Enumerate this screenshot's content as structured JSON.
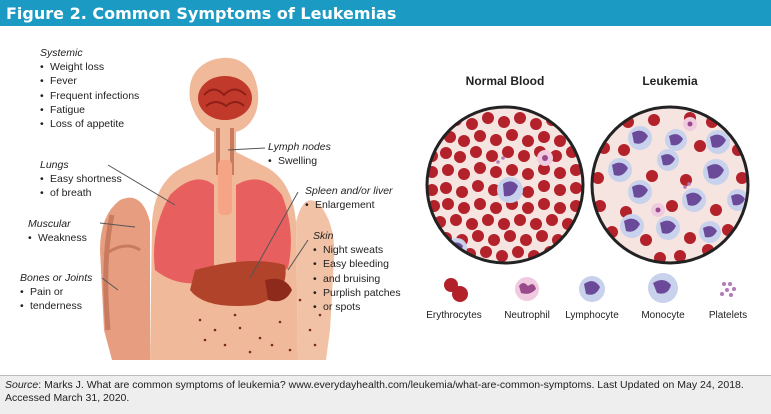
{
  "header": {
    "title": "Figure 2. Common Symptoms of Leukemias"
  },
  "symptoms": {
    "systemic": {
      "heading": "Systemic",
      "items": [
        "Weight loss",
        "Fever",
        "Frequent infections",
        "Fatigue",
        "Loss of appetite"
      ]
    },
    "lungs": {
      "heading": "Lungs",
      "items": [
        "Easy shortness",
        "of breath"
      ]
    },
    "muscular": {
      "heading": "Muscular",
      "items": [
        "Weakness"
      ]
    },
    "bones": {
      "heading": "Bones or Joints",
      "items": [
        "Pain or",
        "tenderness"
      ]
    },
    "lymph": {
      "heading": "Lymph nodes",
      "items": [
        "Swelling"
      ]
    },
    "spleen": {
      "heading": "Spleen and/or liver",
      "items": [
        "Enlargement"
      ]
    },
    "skin": {
      "heading": "Skin",
      "items": [
        "Night sweats",
        "Easy bleeding",
        "and bruising",
        "Purplish patches",
        "or spots"
      ]
    }
  },
  "panels": {
    "normal": "Normal Blood",
    "leukemia": "Leukemia"
  },
  "legend": [
    "Erythrocytes",
    "Neutrophil",
    "Lymphocyte",
    "Monocyte",
    "Platelets"
  ],
  "colors": {
    "header": "#1b9ac4",
    "skin": "#f0b99a",
    "lungs": "#e85f5f",
    "rbc": "#b3222b",
    "wbc": "#c9d2ec",
    "nucleus": "#6b4a9a"
  },
  "source": {
    "label": "Source",
    "text": ": Marks J. What are common symptoms of leukemia? www.everydayhealth.com/leukemia/what-are-common-symptoms.  Last Updated on May 24, 2018. Accessed March 31, 2020."
  }
}
